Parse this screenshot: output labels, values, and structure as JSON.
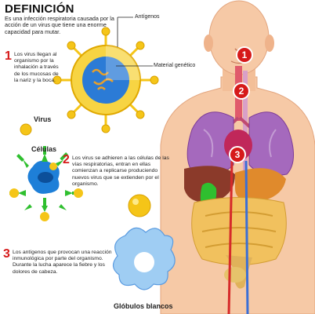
{
  "header": {
    "title": "DEFINICIÓN",
    "definition": "Es una infección respiratoria causada por la acción de un virus que tiene una enorme capacidad para mutar."
  },
  "labels": {
    "antigens": "Antígenos",
    "genetic_material": "Material genético",
    "virus": "Virus",
    "cells": "Células",
    "white_cells": "Glóbulos blancos"
  },
  "steps": [
    {
      "number": "1",
      "text": "Los virus llegan al organismo por la inhalación a través de los mucosas de la nariz y la boca."
    },
    {
      "number": "2",
      "text": "Los virus se adhieren a las células de las vías respiratorias, entran en ellas comienzan a replicarse produciendo nuevos virus que se extienden por el organismo."
    },
    {
      "number": "3",
      "text": "Los antígenos que provocan una reacción inmunológica por parte del organismo. Durante la lucha aparece la fiebre y los dolores de cabeza."
    }
  ],
  "body_markers": [
    "1",
    "2",
    "3"
  ],
  "colors": {
    "accent_red": "#d61a1a",
    "virus_yellow": "#f5c518",
    "cell_blue": "#1e7fd8",
    "skin": "#f6c9a6",
    "lung_purple": "#a569bd"
  }
}
